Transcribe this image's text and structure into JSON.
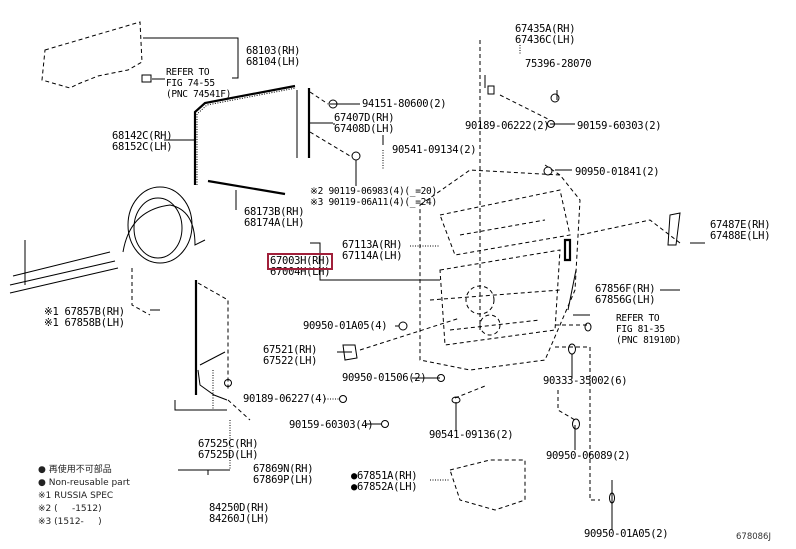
{
  "diagram": {
    "highlight_color": "#a0203a",
    "parts": {
      "p68103": [
        "68103(RH)",
        "68104(LH)"
      ],
      "p68142": [
        "68142C(RH)",
        "68152C(LH)"
      ],
      "p68173": [
        "68173B(RH)",
        "68174A(LH)"
      ],
      "p94151": "94151-80600(2)",
      "p67407": [
        "67407D(RH)",
        "67408D(LH)"
      ],
      "p90541a": "90541-09134(2)",
      "p90119": [
        "※2 90119-06983(4)(_=20)",
        "※3 90119-06A11(4)(_=24)"
      ],
      "p67435": [
        "67435A(RH)",
        "67436C(LH)"
      ],
      "p75396": "75396-28070",
      "p90189a": "90189-06222(2)",
      "p90159a": "90159-60303(2)",
      "p90950a": "90950-01841(2)",
      "p67487": [
        "67487E(RH)",
        "67488E(LH)"
      ],
      "p67113": [
        "67113A(RH)",
        "67114A(LH)"
      ],
      "p67003": [
        "67003H(RH)",
        "67004H(LH)"
      ],
      "p67856": [
        "67856F(RH)",
        "67856G(LH)"
      ],
      "p67857": [
        "※1 67857B(RH)",
        "※1 67858B(LH)"
      ],
      "p90950b": "90950-01A05(4)",
      "p67521": [
        "67521(RH)",
        "67522(LH)"
      ],
      "p90950c": "90950-01506(2)",
      "p90333": "90333-35002(6)",
      "p90189b": "90189-06227(4)",
      "p90159b": "90159-60303(4)",
      "p90541b": "90541-09136(2)",
      "p90950d": "90950-06089(2)",
      "p67525": [
        "67525C(RH)",
        "67525D(LH)"
      ],
      "p67869": [
        "67869N(RH)",
        "67869P(LH)"
      ],
      "p67851": [
        "●67851A(RH)",
        "●67852A(LH)"
      ],
      "p84250": [
        "84250D(RH)",
        "84260J(LH)"
      ],
      "p90950e": "90950-01A05(2)"
    },
    "refers": {
      "r1": [
        "REFER TO",
        "FIG 74-55",
        "(PNC 74541F)"
      ],
      "r2": [
        "REFER TO",
        "FIG 81-35",
        "(PNC 81910D)"
      ]
    },
    "legend": [
      "● 再使用不可部品",
      "● Non-reusable part",
      "※1 RUSSIA SPEC",
      "※2 (     -1512)",
      "※3 (1512-     )"
    ],
    "figure_code": "678086J"
  }
}
